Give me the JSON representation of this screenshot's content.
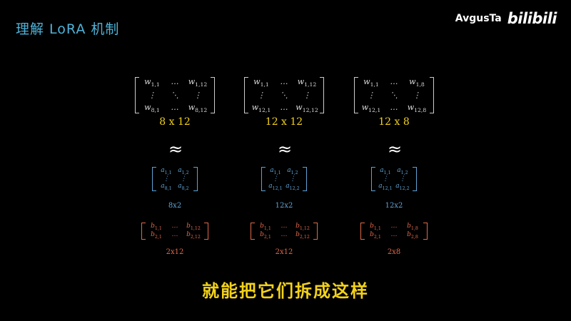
{
  "title": "理解 LoRA 机制",
  "brand": {
    "user": "AvgusTa",
    "logo": "bilibili"
  },
  "approx": "≈",
  "subtitle": "就能把它们拆成这样",
  "columns": [
    {
      "w_label": "8 x 12",
      "a_label": "8x2",
      "b_label": "2x12",
      "w": [
        [
          "w",
          "1,1"
        ],
        [
          "…",
          ""
        ],
        [
          "w",
          "1,12"
        ],
        [
          "⋮",
          ""
        ],
        [
          "⋱",
          ""
        ],
        [
          "⋮",
          ""
        ],
        [
          "w",
          "8,1"
        ],
        [
          "…",
          ""
        ],
        [
          "w",
          "8,12"
        ]
      ],
      "a": [
        [
          "a",
          "1,1"
        ],
        [
          "a",
          "1,2"
        ],
        [
          "⋮",
          ""
        ],
        [
          "⋮",
          ""
        ],
        [
          "a",
          "8,1"
        ],
        [
          "a",
          "8,2"
        ]
      ],
      "b": [
        [
          "b",
          "1,1"
        ],
        [
          "…",
          ""
        ],
        [
          "b",
          "1,12"
        ],
        [
          "b",
          "2,1"
        ],
        [
          "…",
          ""
        ],
        [
          "b",
          "2,12"
        ]
      ]
    },
    {
      "w_label": "12 x 12",
      "a_label": "12x2",
      "b_label": "2x12",
      "w": [
        [
          "w",
          "1,1"
        ],
        [
          "…",
          ""
        ],
        [
          "w",
          "1,12"
        ],
        [
          "⋮",
          ""
        ],
        [
          "⋱",
          ""
        ],
        [
          "⋮",
          ""
        ],
        [
          "w",
          "12,1"
        ],
        [
          "…",
          ""
        ],
        [
          "w",
          "12,12"
        ]
      ],
      "a": [
        [
          "a",
          "1,1"
        ],
        [
          "a",
          "1,2"
        ],
        [
          "⋮",
          ""
        ],
        [
          "⋮",
          ""
        ],
        [
          "a",
          "12,1"
        ],
        [
          "a",
          "12,2"
        ]
      ],
      "b": [
        [
          "b",
          "1,1"
        ],
        [
          "…",
          ""
        ],
        [
          "b",
          "1,12"
        ],
        [
          "b",
          "2,1"
        ],
        [
          "…",
          ""
        ],
        [
          "b",
          "2,12"
        ]
      ]
    },
    {
      "w_label": "12 x 8",
      "a_label": "12x2",
      "b_label": "2x8",
      "w": [
        [
          "w",
          "1,1"
        ],
        [
          "…",
          ""
        ],
        [
          "w",
          "1,8"
        ],
        [
          "⋮",
          ""
        ],
        [
          "⋱",
          ""
        ],
        [
          "⋮",
          ""
        ],
        [
          "w",
          "12,1"
        ],
        [
          "…",
          ""
        ],
        [
          "w",
          "12,8"
        ]
      ],
      "a": [
        [
          "a",
          "1,1"
        ],
        [
          "a",
          "1,2"
        ],
        [
          "⋮",
          ""
        ],
        [
          "⋮",
          ""
        ],
        [
          "a",
          "12,1"
        ],
        [
          "a",
          "12,2"
        ]
      ],
      "b": [
        [
          "b",
          "1,1"
        ],
        [
          "…",
          ""
        ],
        [
          "b",
          "1,8"
        ],
        [
          "b",
          "2,1"
        ],
        [
          "…",
          ""
        ],
        [
          "b",
          "2,8"
        ]
      ]
    }
  ],
  "colors": {
    "title": "#4fb3d9",
    "a_matrix": "#5fa3d6",
    "b_matrix": "#e0684a",
    "subtitle": "#f3d21a",
    "w_label": "#f3d21a"
  }
}
